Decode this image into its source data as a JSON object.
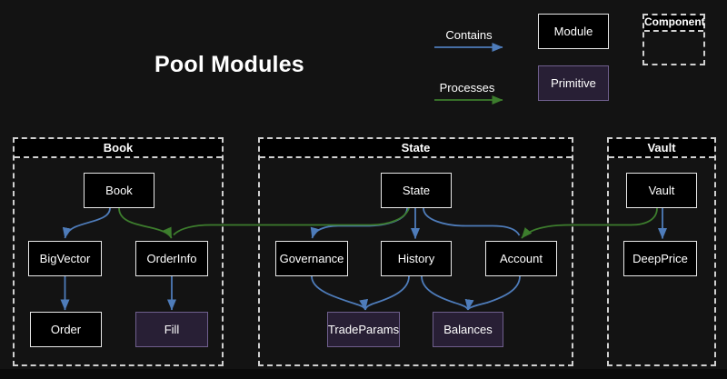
{
  "title": "Pool Modules",
  "legend": {
    "contains_label": "Contains",
    "processes_label": "Processes",
    "module_label": "Module",
    "primitive_label": "Primitive",
    "component_label": "Component"
  },
  "containers": {
    "book": {
      "label": "Book"
    },
    "state": {
      "label": "State"
    },
    "vault": {
      "label": "Vault"
    }
  },
  "nodes": {
    "book": "Book",
    "bigvector": "BigVector",
    "orderinfo": "OrderInfo",
    "order": "Order",
    "fill": "Fill",
    "state": "State",
    "governance": "Governance",
    "history": "History",
    "account": "Account",
    "tradeparams": "TradeParams",
    "balances": "Balances",
    "vault": "Vault",
    "deepprice": "DeepPrice"
  },
  "edges": {
    "contains": [
      {
        "from": "Book",
        "to": "BigVector"
      },
      {
        "from": "BigVector",
        "to": "Order"
      },
      {
        "from": "OrderInfo",
        "to": "Fill"
      },
      {
        "from": "State",
        "to": "Governance"
      },
      {
        "from": "State",
        "to": "History"
      },
      {
        "from": "State",
        "to": "Account"
      },
      {
        "from": "Governance",
        "to": "TradeParams"
      },
      {
        "from": "History",
        "to": "TradeParams"
      },
      {
        "from": "History",
        "to": "Balances"
      },
      {
        "from": "Account",
        "to": "Balances"
      },
      {
        "from": "Vault",
        "to": "DeepPrice"
      }
    ],
    "processes": [
      {
        "from": "Book",
        "to": "OrderInfo"
      },
      {
        "from": "State",
        "to": "OrderInfo"
      },
      {
        "from": "Vault",
        "to": "Account"
      }
    ]
  },
  "colors": {
    "background": "#131313",
    "module_fill": "#000000",
    "module_border": "#e9e9e9",
    "primitive_fill": "#281f35",
    "primitive_border": "#6f5f8d",
    "contains_arrow": "#4e7cba",
    "processes_arrow": "#3d7d2d",
    "container_border": "#d0d0d0"
  }
}
